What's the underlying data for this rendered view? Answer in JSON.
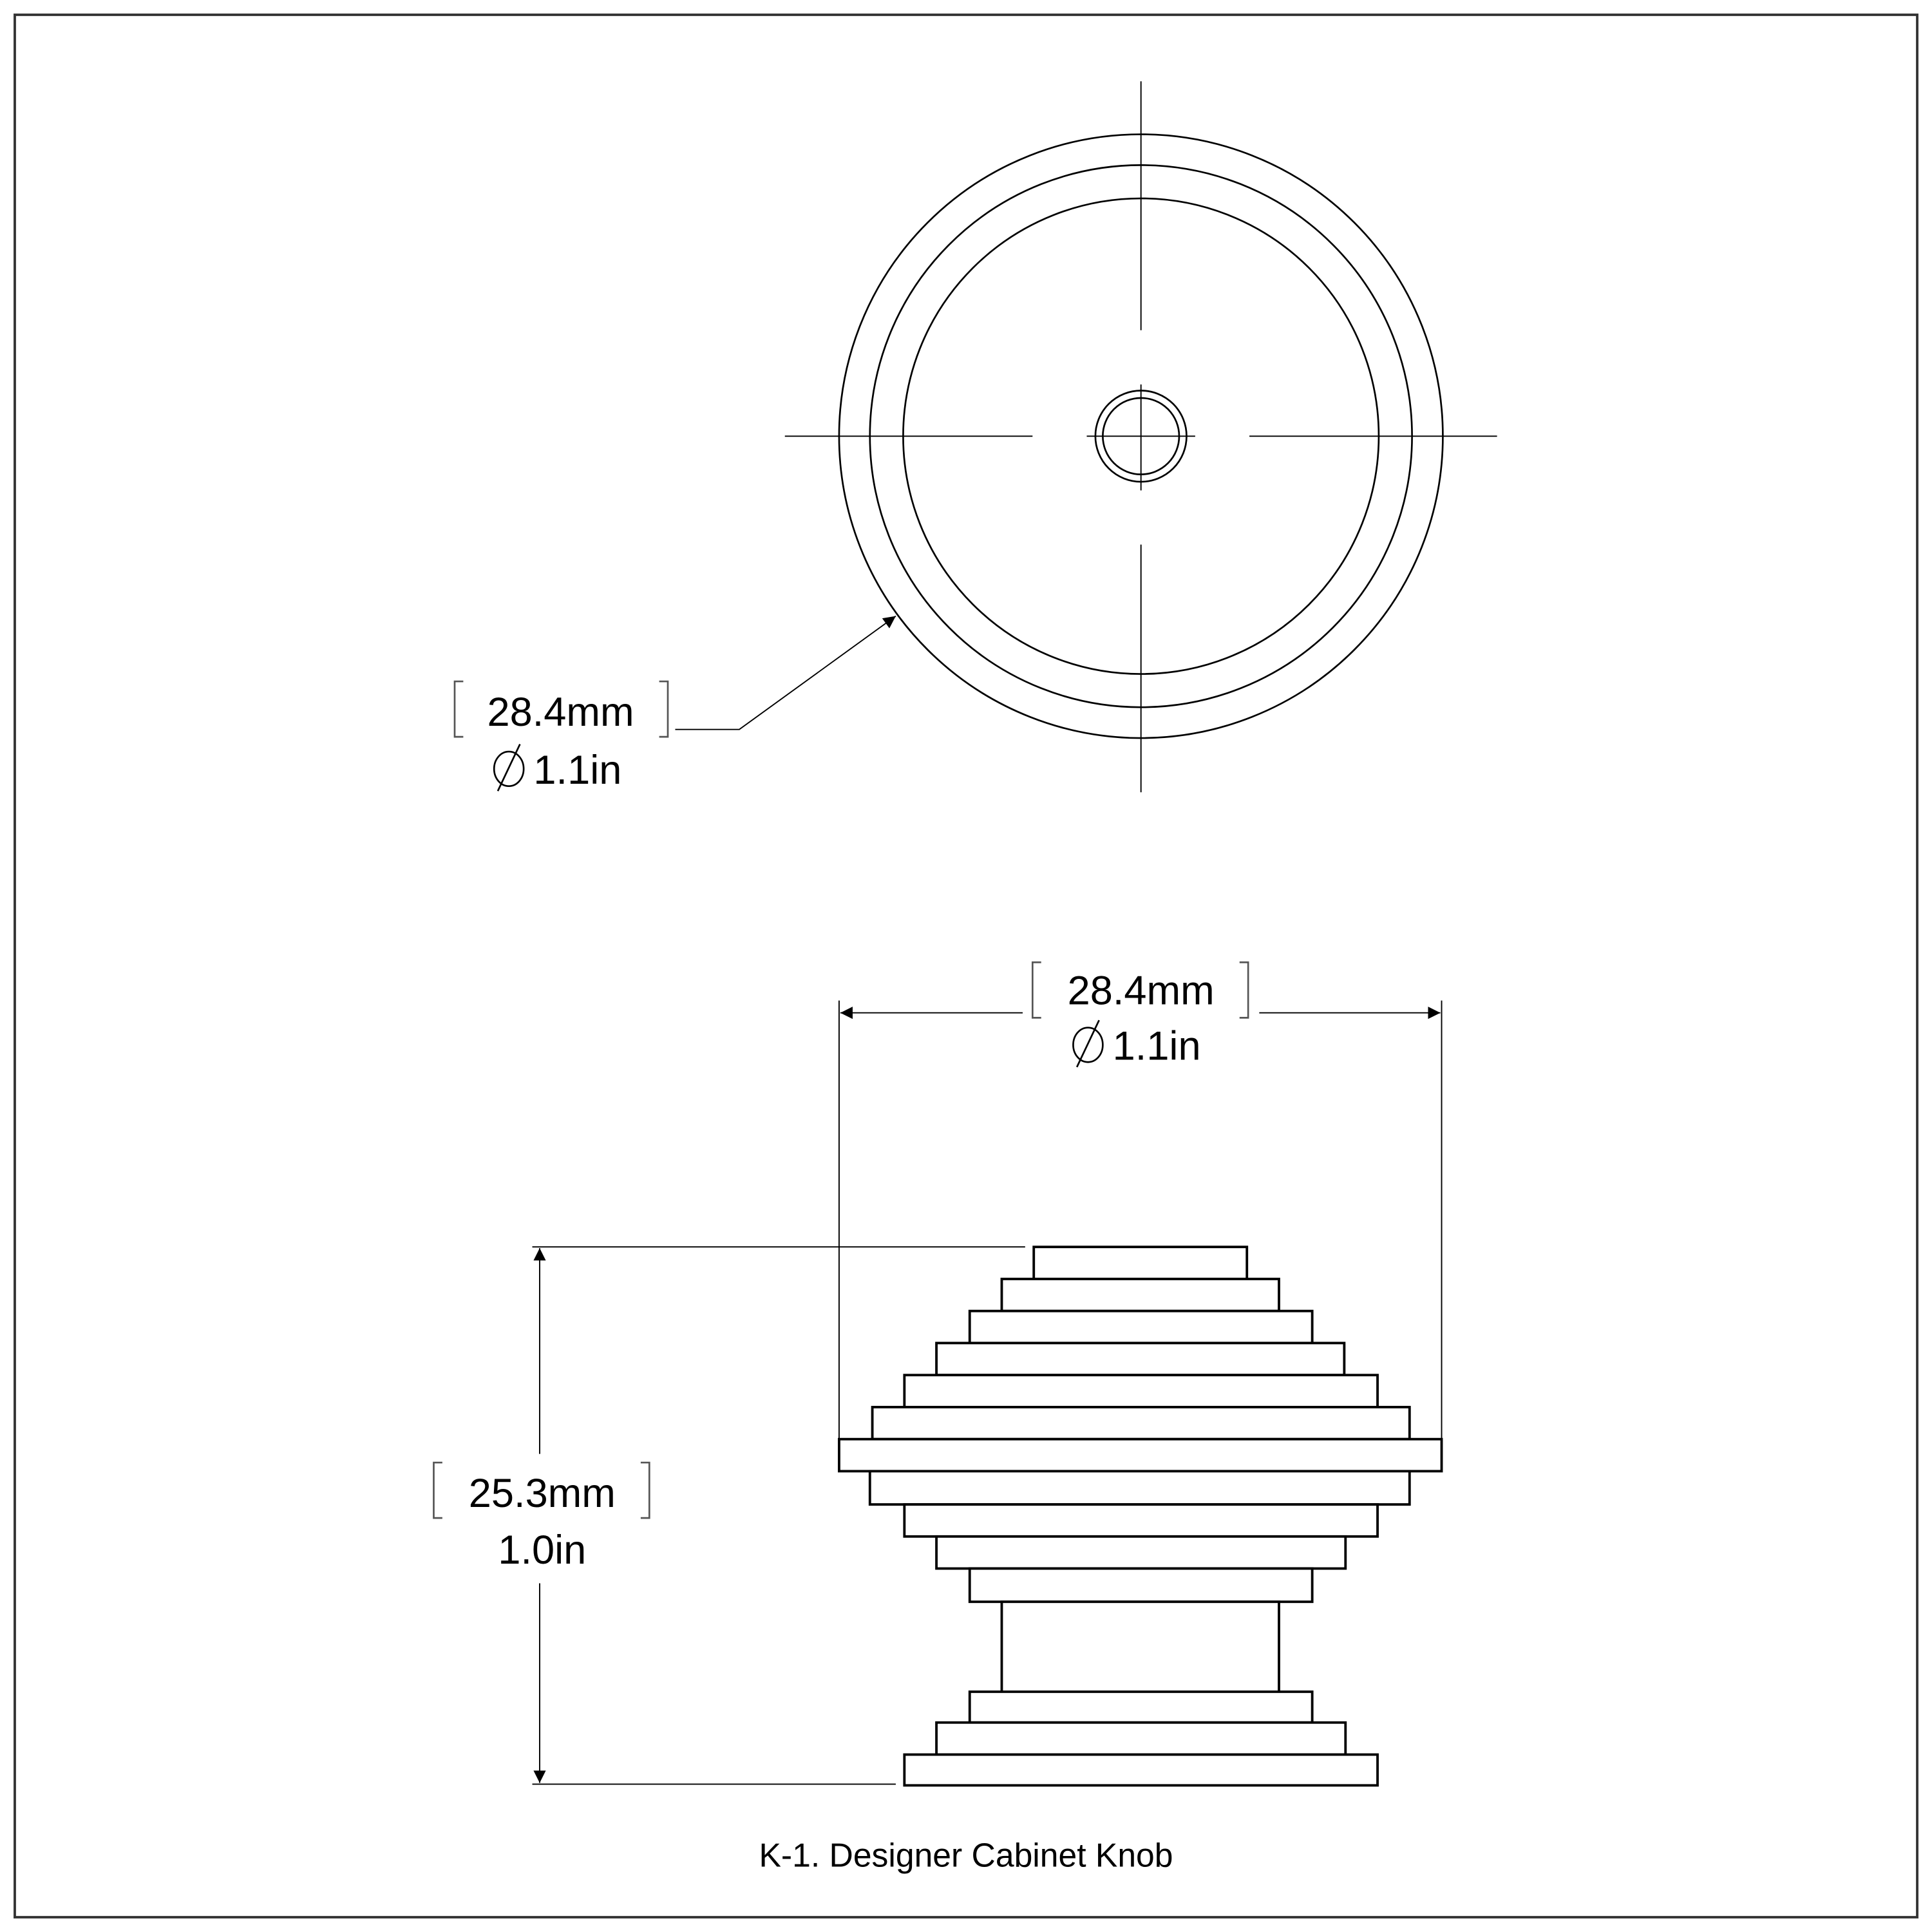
{
  "top_view": {
    "diameter_mm": "28.4mm",
    "diameter_in": "1.1in"
  },
  "side_view": {
    "width_mm": "28.4mm",
    "width_in": "1.1in",
    "height_mm": "25.3mm",
    "height_in": "1.0in"
  },
  "caption": "K-1. Designer Cabinet Knob",
  "icons": {
    "diameter": "diameter-symbol"
  }
}
